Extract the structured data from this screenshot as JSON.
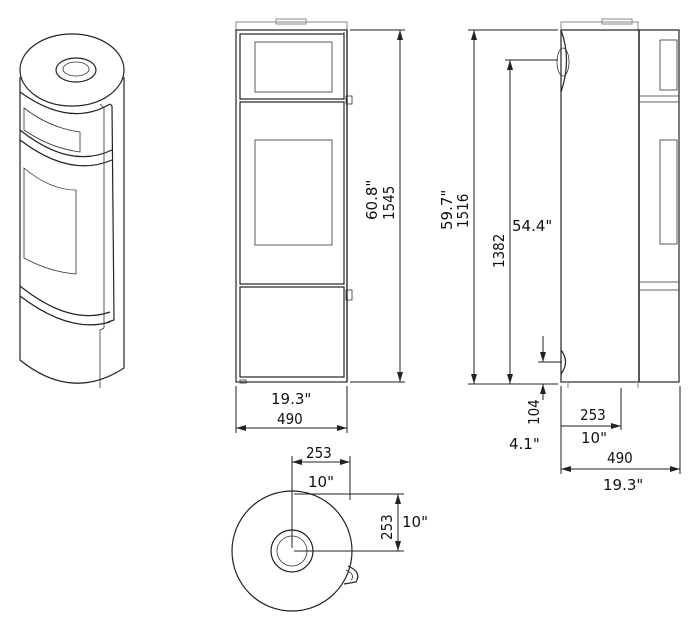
{
  "dimensions": {
    "front_height_in": "60.8\"",
    "front_height_mm": "1545",
    "front_width_in": "19.3\"",
    "front_width_mm": "490",
    "side_total_height_in": "59.7\"",
    "side_total_height_mm": "1516",
    "side_outlet_height_mm": "1382",
    "side_outlet_height_in": "54.4\"",
    "side_inlet_height_mm": "104",
    "side_inlet_height_in": "4.1\"",
    "side_inlet_offset_mm": "253",
    "side_inlet_offset_in": "10\"",
    "side_depth_mm": "490",
    "side_depth_in": "19.3\"",
    "top_offset_x_mm": "253",
    "top_offset_x_in": "10\"",
    "top_offset_y_mm": "253",
    "top_offset_y_in": "10\""
  },
  "colors": {
    "line": "#222222",
    "background": "#ffffff"
  }
}
